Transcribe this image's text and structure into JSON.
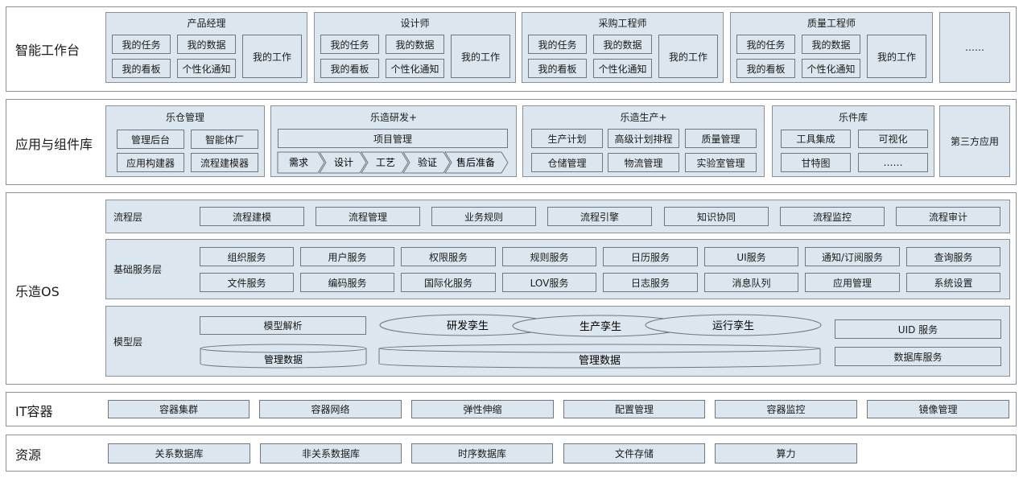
{
  "workbench": {
    "label": "智能工作台",
    "roles": [
      {
        "title": "产品经理",
        "items": [
          "我的任务",
          "我的数据",
          "我的看板",
          "个性化通知"
        ],
        "main": "我的工作"
      },
      {
        "title": "设计师",
        "items": [
          "我的任务",
          "我的数据",
          "我的看板",
          "个性化通知"
        ],
        "main": "我的工作"
      },
      {
        "title": "采购工程师",
        "items": [
          "我的任务",
          "我的数据",
          "我的看板",
          "个性化通知"
        ],
        "main": "我的工作"
      },
      {
        "title": "质量工程师",
        "items": [
          "我的任务",
          "我的数据",
          "我的看板",
          "个性化通知"
        ],
        "main": "我的工作"
      }
    ],
    "more": "……"
  },
  "apps": {
    "label": "应用与组件库",
    "lecang": {
      "title": "乐仓管理",
      "items": [
        "管理后台",
        "智能体厂",
        "应用构建器",
        "流程建模器"
      ]
    },
    "lezao_rd": {
      "title": "乐造研发+",
      "project": "项目管理",
      "steps": [
        "需求",
        "设计",
        "工艺",
        "验证",
        "售后准备"
      ]
    },
    "lezao_prod": {
      "title": "乐造生产+",
      "items": [
        "生产计划",
        "高级计划排程",
        "质量管理",
        "仓储管理",
        "物流管理",
        "实验室管理"
      ]
    },
    "lejian": {
      "title": "乐件库",
      "items": [
        "工具集成",
        "可视化",
        "甘特图",
        "……"
      ]
    },
    "third_party": "第三方应用"
  },
  "os": {
    "label": "乐造OS",
    "process_layer": {
      "label": "流程层",
      "items": [
        "流程建模",
        "流程管理",
        "业务规则",
        "流程引擎",
        "知识协同",
        "流程监控",
        "流程审计"
      ]
    },
    "base_layer": {
      "label": "基础服务层",
      "row1": [
        "组织服务",
        "用户服务",
        "权限服务",
        "规则服务",
        "日历服务",
        "UI服务",
        "通知/订阅服务",
        "查询服务"
      ],
      "row2": [
        "文件服务",
        "编码服务",
        "国际化服务",
        "LOV服务",
        "日志服务",
        "消息队列",
        "应用管理",
        "系统设置"
      ]
    },
    "model_layer": {
      "label": "模型层",
      "model_parse": "模型解析",
      "mgmt_data_left": "管理数据",
      "twins": [
        "研发孪生",
        "生产孪生",
        "运行孪生"
      ],
      "mgmt_data_center": "管理数据",
      "uid": "UID 服务",
      "db": "数据库服务"
    }
  },
  "it": {
    "label": "IT容器",
    "items": [
      "容器集群",
      "容器网络",
      "弹性伸缩",
      "配置管理",
      "容器监控",
      "镜像管理"
    ]
  },
  "resources": {
    "label": "资源",
    "items": [
      "关系数据库",
      "非关系数据库",
      "时序数据库",
      "文件存储",
      "算力"
    ]
  },
  "colors": {
    "fill": "#dbe6ee",
    "border": "#6f767e"
  }
}
